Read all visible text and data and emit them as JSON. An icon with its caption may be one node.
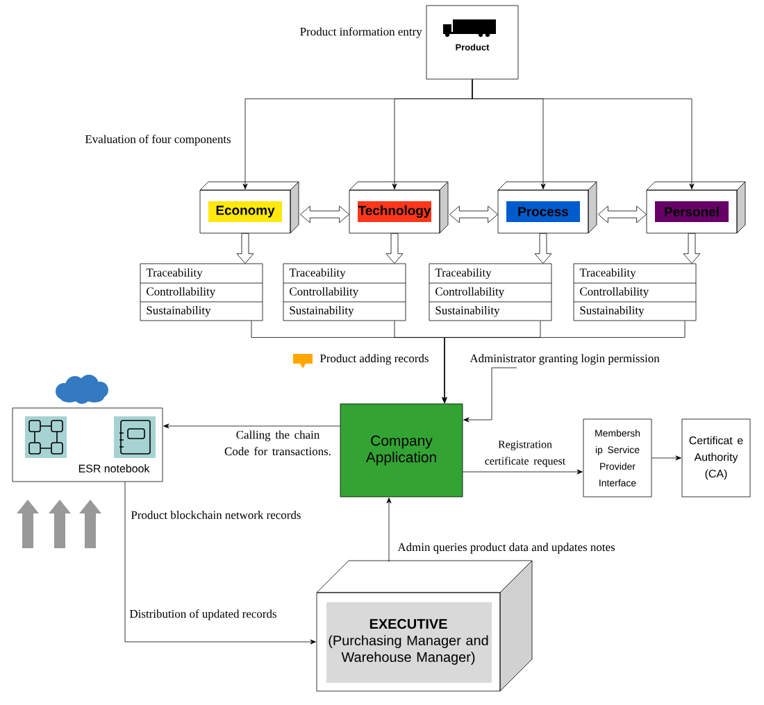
{
  "diagram": {
    "nodes": [
      {
        "text": [
          "Product"
        ],
        "beside": [
          "Product information entry"
        ]
      },
      {
        "text": [
          "Economy"
        ]
      },
      {
        "text": [
          "Technology"
        ]
      },
      {
        "text": [
          "Process"
        ]
      },
      {
        "text": [
          "Personel"
        ]
      },
      {
        "text": [
          "Traceability",
          "Controllability",
          "Sustainability"
        ]
      },
      {
        "text": [
          "Traceability",
          "Controllability",
          "Sustainability"
        ]
      },
      {
        "text": [
          "Traceability",
          "Controllability",
          "Sustainability"
        ]
      },
      {
        "text": [
          "Traceability",
          "Controllability",
          "Sustainability"
        ]
      },
      {
        "text": [
          "Company Application"
        ]
      },
      {
        "text": [
          "ESR notebook"
        ]
      },
      {
        "text": [
          "Membersh ip Service Provider Interface"
        ]
      },
      {
        "text": [
          "Certificat e Authority (CA)"
        ]
      },
      {
        "text": [
          "EXECUTIVE",
          "(Purchasing Manager and Warehouse Manager)"
        ]
      }
    ],
    "edges": [
      {
        "from": 0,
        "to": 1,
        "arrow": "to"
      },
      {
        "from": 0,
        "to": 2,
        "arrow": "to"
      },
      {
        "from": 0,
        "to": 3,
        "arrow": "to"
      },
      {
        "from": 0,
        "to": 4,
        "arrow": "to"
      },
      {
        "from": 1,
        "to": 2,
        "arrow": "both"
      },
      {
        "from": 2,
        "to": 3,
        "arrow": "both"
      },
      {
        "from": 3,
        "to": 4,
        "arrow": "both"
      },
      {
        "from": 1,
        "to": 5,
        "arrow": "to"
      },
      {
        "from": 2,
        "to": 6,
        "arrow": "to"
      },
      {
        "from": 3,
        "to": 7,
        "arrow": "to"
      },
      {
        "from": 4,
        "to": 8,
        "arrow": "to"
      },
      {
        "from": 5,
        "to": 9,
        "arrow": "to",
        "label": "Product adding records"
      },
      {
        "from": 6,
        "to": 9,
        "arrow": "to"
      },
      {
        "from": 7,
        "to": 9,
        "arrow": "to"
      },
      {
        "from": 8,
        "to": 9,
        "arrow": "to"
      },
      {
        "from": null,
        "to": 9,
        "arrow": "to",
        "label": "Administrator granting login permission"
      },
      {
        "from": 9,
        "to": 10,
        "arrow": "to",
        "label": "Calling the chain Code for transactions."
      },
      {
        "from": 9,
        "to": 11,
        "arrow": "to",
        "label": "Registration certificate request"
      },
      {
        "from": 11,
        "to": 12,
        "arrow": "to"
      },
      {
        "from": 13,
        "to": 9,
        "arrow": "to",
        "label": "Admin queries product data and updates notes"
      },
      {
        "from": 10,
        "to": 13,
        "arrow": "to",
        "label": "Distribution of updated records"
      }
    ],
    "labels": [
      "Evaluation of four components",
      "Product blockchain network records"
    ]
  }
}
